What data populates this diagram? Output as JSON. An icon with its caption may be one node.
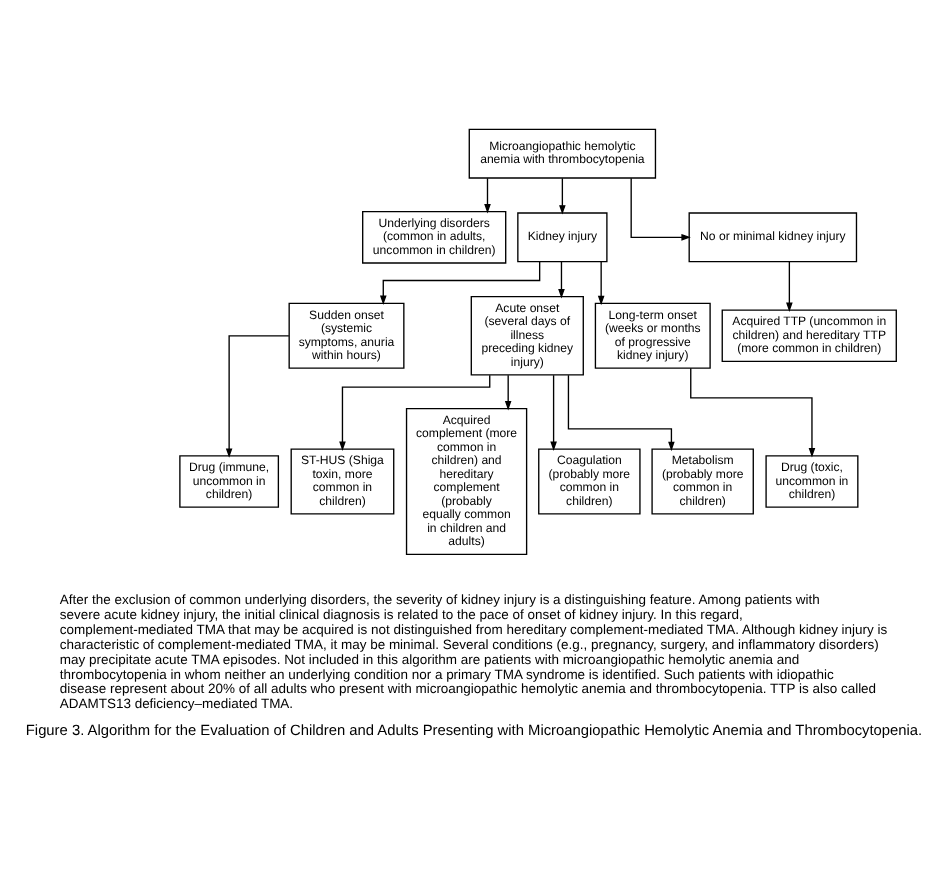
{
  "diagram": {
    "caption": "Figure 3. Algorithm for the Evaluation of Children and Adults Presenting with Microangiopathic Hemolytic Anemia and Thrombocytopenia.",
    "nodes": [
      {
        "text": [
          "Microangiopathic hemolytic anemia with thrombocytopenia"
        ]
      },
      {
        "text": [
          "Underlying disorders (common in adults, uncommon in children)"
        ]
      },
      {
        "text": [
          "Kidney injury"
        ]
      },
      {
        "text": [
          "No or minimal kidney injury"
        ]
      },
      {
        "text": [
          "Sudden onset (systemic symptoms, anuria within hours)"
        ]
      },
      {
        "text": [
          "Acute onset (several days of illness preceding kidney injury)"
        ]
      },
      {
        "text": [
          "Long-term onset (weeks or months of progressive kidney injury)"
        ]
      },
      {
        "text": [
          "Drug (immune, uncommon in children)"
        ]
      },
      {
        "text": [
          "ST-HUS (Shiga toxin, more common in children)"
        ]
      },
      {
        "text": [
          "Acquired complement (more common in children) and hereditary complement (probably equally common in children and adults)"
        ]
      },
      {
        "text": [
          "Coagulation (probably more common in children)"
        ]
      },
      {
        "text": [
          "Metabolism (probably more common in children)"
        ]
      },
      {
        "text": [
          "Drug (toxic, uncommon in children)"
        ]
      },
      {
        "text": [
          "Acquired TTP (uncommon in children) and hereditary TTP (more common in children)"
        ]
      }
    ],
    "edges": [
      {
        "from": 0,
        "to": 1,
        "arrow": "to"
      },
      {
        "from": 0,
        "to": 2,
        "arrow": "to"
      },
      {
        "from": 0,
        "to": 3,
        "arrow": "to"
      },
      {
        "from": 2,
        "to": 4,
        "arrow": "to"
      },
      {
        "from": 2,
        "to": 5,
        "arrow": "to"
      },
      {
        "from": 2,
        "to": 6,
        "arrow": "to"
      },
      {
        "from": 4,
        "to": 7,
        "arrow": "to"
      },
      {
        "from": 5,
        "to": 8,
        "arrow": "to"
      },
      {
        "from": 5,
        "to": 9,
        "arrow": "to"
      },
      {
        "from": 5,
        "to": 10,
        "arrow": "to"
      },
      {
        "from": 5,
        "to": 11,
        "arrow": "to"
      },
      {
        "from": 6,
        "to": 12,
        "arrow": "to"
      },
      {
        "from": 3,
        "to": 13,
        "arrow": "to"
      }
    ],
    "labels": [
      "After the exclusion of common underlying disorders, the severity of kidney injury is a distinguishing feature. Among patients with severe acute kidney injury, the initial clinical diagnosis is related to the pace of onset of kidney injury. In this regard, complement-mediated TMA that may be acquired is not distinguished from hereditary complement-mediated TMA. Although kidney injury is characteristic of complement-mediated TMA, it may be minimal. Several conditions (e.g., pregnancy, surgery, and inflammatory disorders) may precipitate acute TMA episodes. Not included in this algorithm are patients with microangiopathic hemolytic anemia and thrombocytopenia in whom neither an underlying condition nor a primary TMA syndrome is identified. Such patients with idiopathic disease represent about 20% of all adults who present with microangiopathic hemolytic anemia and thrombocytopenia. TTP is also called ADAMTS13 deficiency–mediated TMA."
    ]
  }
}
